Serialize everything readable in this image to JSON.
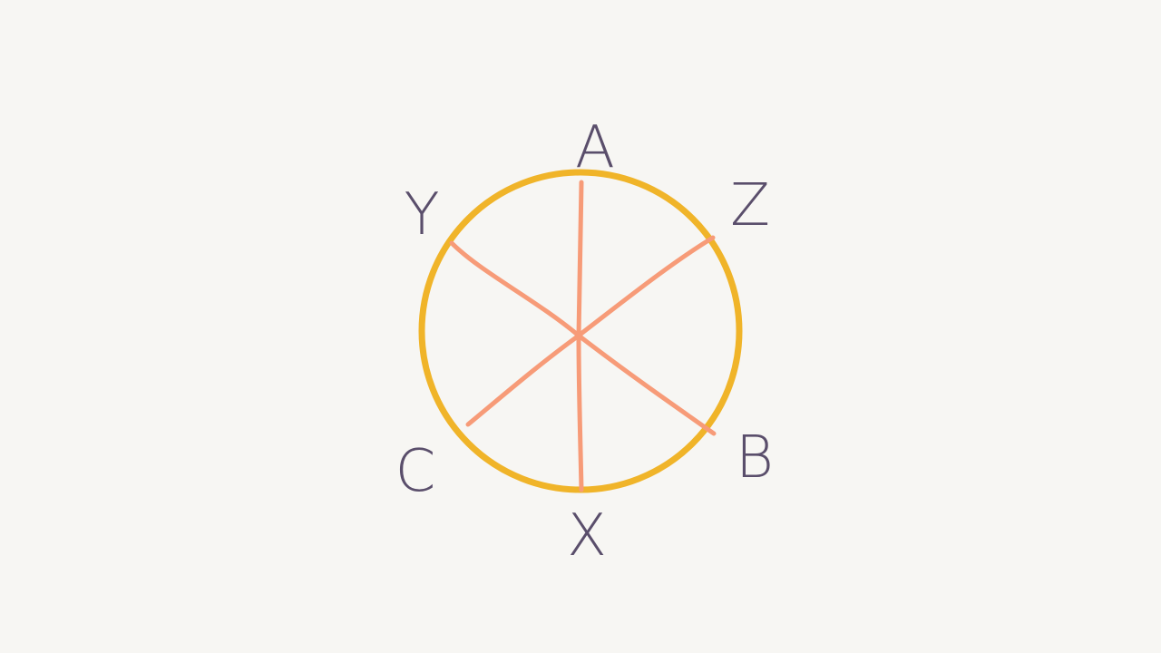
{
  "colors": {
    "background": "#f7f6f3",
    "circle": "#f0b429",
    "diameters": "#f79b78",
    "labels": "#5a4e6b"
  },
  "labels": {
    "A": "A",
    "B": "B",
    "C": "C",
    "X": "X",
    "Y": "Y",
    "Z": "Z"
  }
}
